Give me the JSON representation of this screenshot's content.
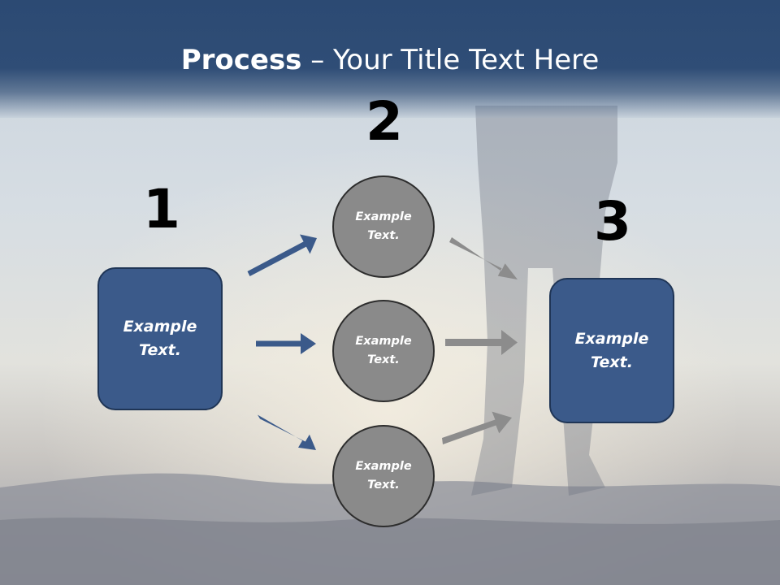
{
  "title": {
    "bold": "Process",
    "rest": " – Your Title Text Here"
  },
  "steps": {
    "n1": "1",
    "n2": "2",
    "n3": "3"
  },
  "nodes": {
    "left_box": "Example Text.",
    "circle_top": "Example Text.",
    "circle_middle": "Example Text.",
    "circle_bottom": "Example Text.",
    "right_box": "Example Text."
  },
  "colors": {
    "title_bar": "#2f4d76",
    "box_fill": "#3b5a8a",
    "circle_fill": "#8a8a8a",
    "arrow_blue": "#3b5a8a",
    "arrow_gray": "#8c8c8c"
  }
}
